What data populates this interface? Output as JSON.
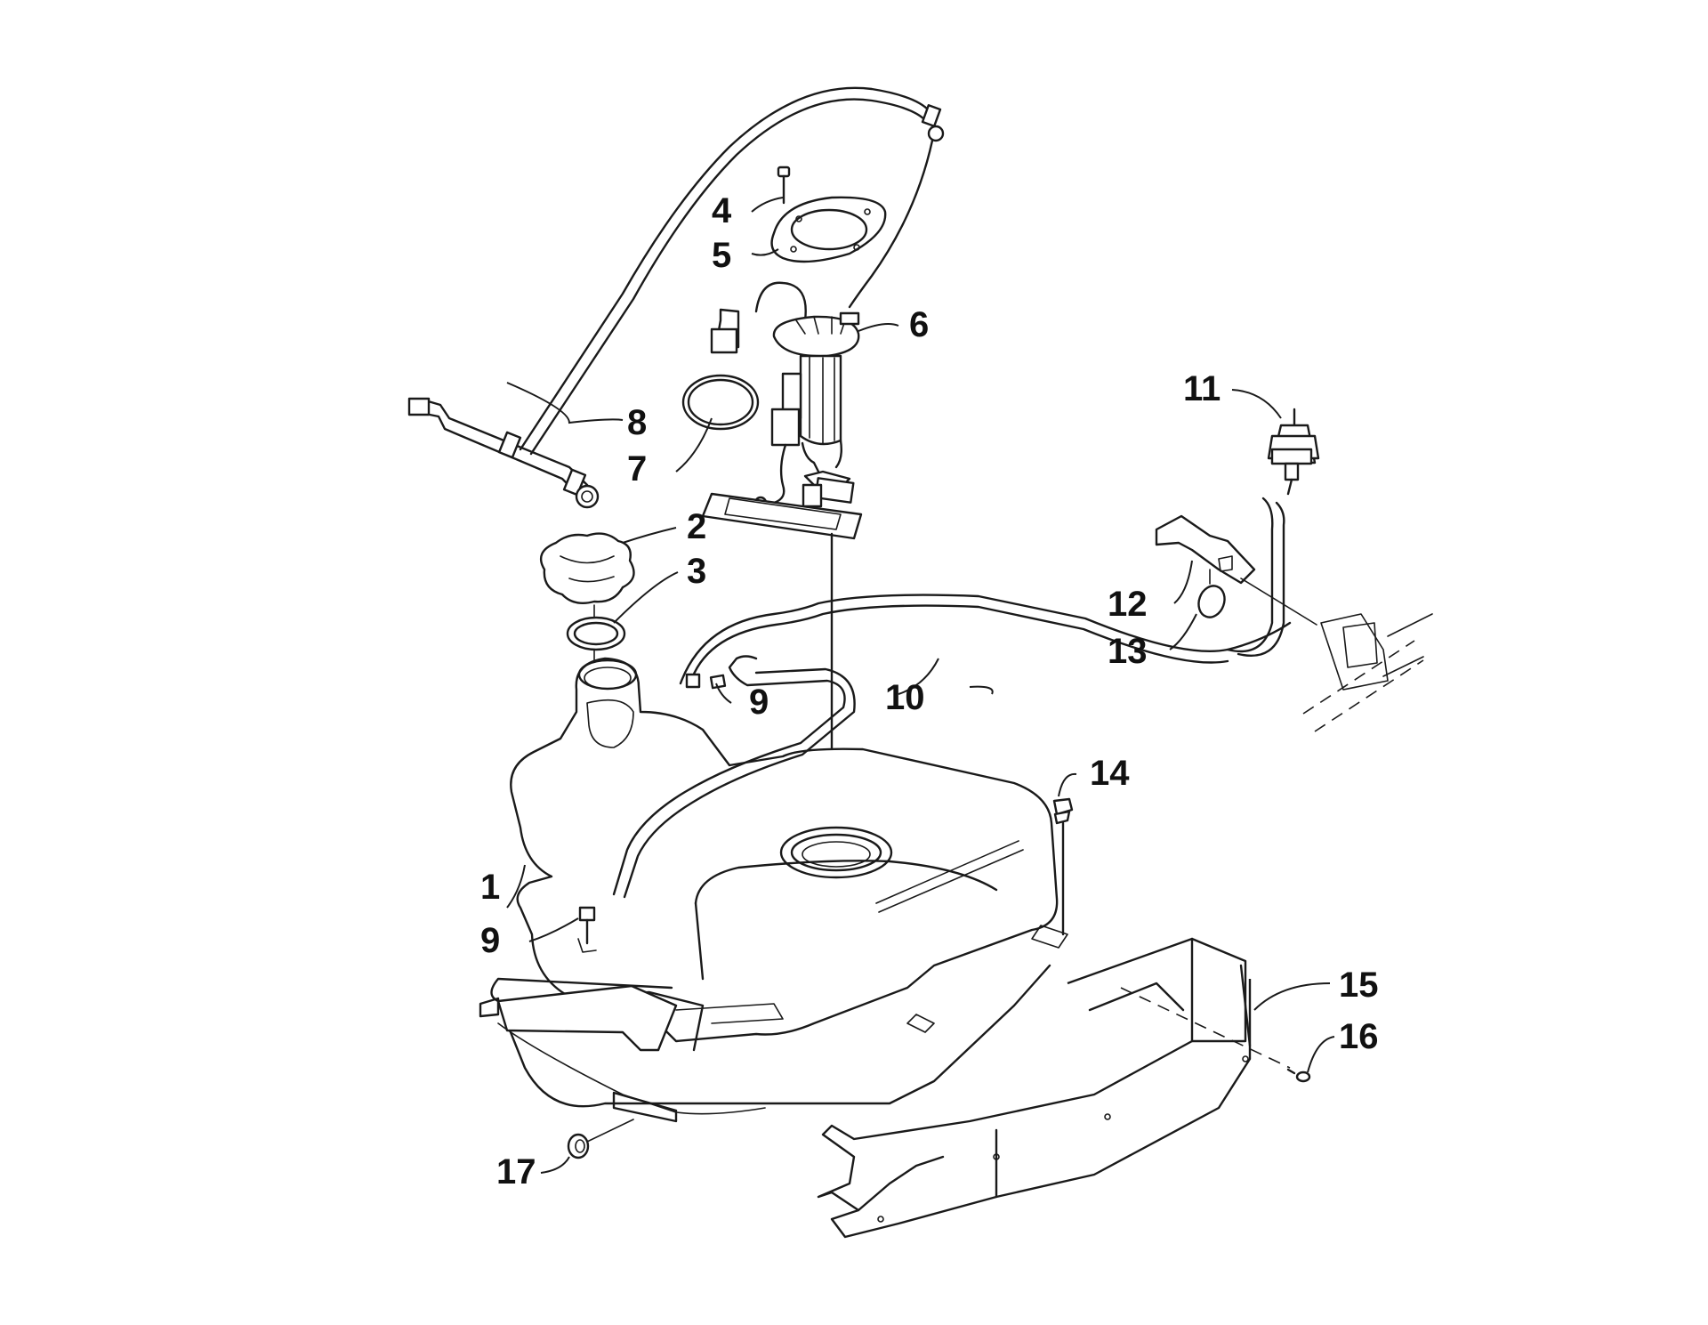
{
  "diagram": {
    "callouts": [
      {
        "id": "c1",
        "label": "1"
      },
      {
        "id": "c2",
        "label": "2"
      },
      {
        "id": "c3",
        "label": "3"
      },
      {
        "id": "c4",
        "label": "4"
      },
      {
        "id": "c5",
        "label": "5"
      },
      {
        "id": "c6",
        "label": "6"
      },
      {
        "id": "c7",
        "label": "7"
      },
      {
        "id": "c8",
        "label": "8"
      },
      {
        "id": "c9a",
        "label": "9"
      },
      {
        "id": "c9b",
        "label": "9"
      },
      {
        "id": "c10",
        "label": "10"
      },
      {
        "id": "c11",
        "label": "11"
      },
      {
        "id": "c12",
        "label": "12"
      },
      {
        "id": "c13",
        "label": "13"
      },
      {
        "id": "c14",
        "label": "14"
      },
      {
        "id": "c15",
        "label": "15"
      },
      {
        "id": "c16",
        "label": "16"
      },
      {
        "id": "c17",
        "label": "17"
      }
    ]
  }
}
